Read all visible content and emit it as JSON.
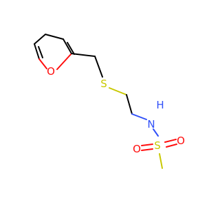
{
  "molecule": {
    "atoms": {
      "furan_o": {
        "symbol": "O",
        "color": "#ff0d0d"
      },
      "thioether_s": {
        "symbol": "S",
        "color": "#c8c800"
      },
      "amide_n": {
        "symbol": "N",
        "color": "#3050f8"
      },
      "amide_h": {
        "symbol": "H",
        "color": "#3050f8"
      },
      "sulfonyl_s": {
        "symbol": "S",
        "color": "#c8c800"
      },
      "sulfonyl_o_left": {
        "symbol": "O",
        "color": "#ff0d0d"
      },
      "sulfonyl_o_right": {
        "symbol": "O",
        "color": "#ff0d0d"
      }
    },
    "bond_color": "#000000"
  }
}
